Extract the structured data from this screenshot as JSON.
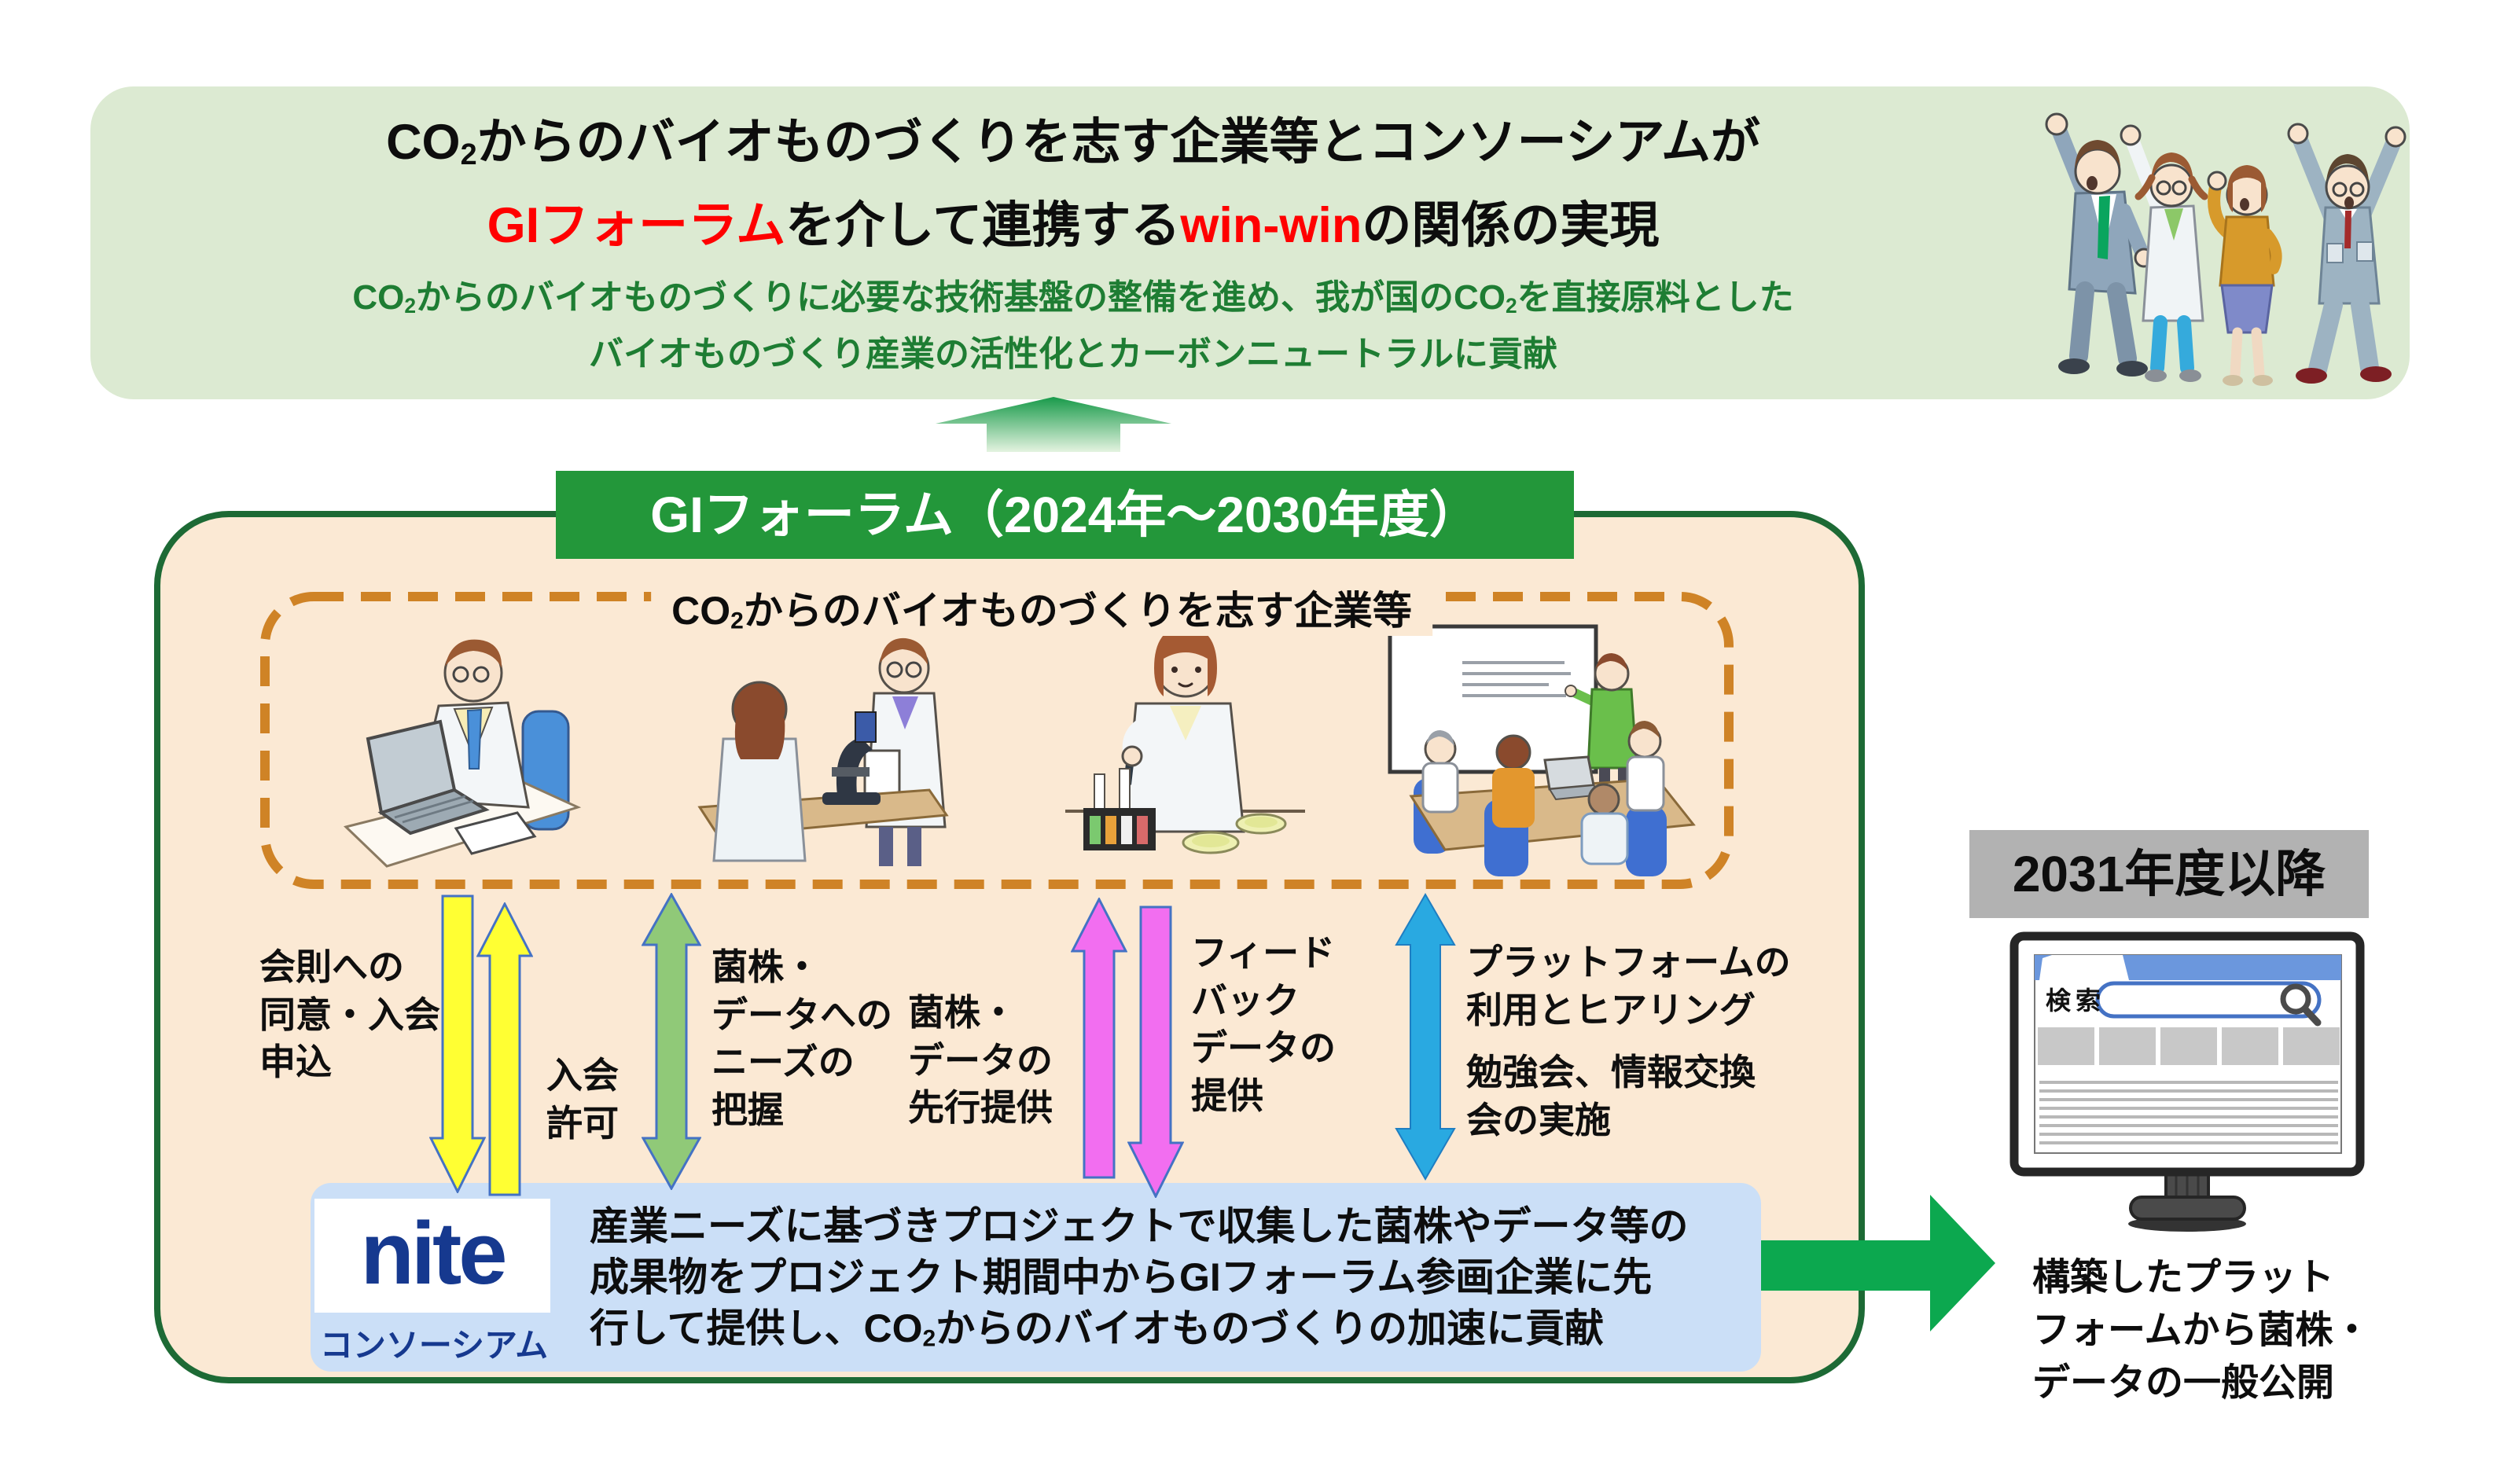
{
  "banner": {
    "title1": {
      "p1": "CO",
      "s1": "2",
      "p2": "からのバイオものづくりを志す企業等とコンソーシアムが"
    },
    "title2": {
      "r1": "GIフォーラム",
      "b1": "を介して連携する",
      "r2": "win-win",
      "b2": "の関係の実現"
    },
    "sub1": {
      "p1": "CO",
      "s1": "2",
      "p2": "からのバイオものづくりに必要な技術基盤の整備を進め、我が国のCO",
      "s2": "2",
      "p3": "を直接原料とした"
    },
    "sub2": "バイオものづくり産業の活性化とカーボンニュートラルに貢献"
  },
  "forum": {
    "header": "GIフォーラム（2024年～2030年度）",
    "dashed_label": {
      "p1": "CO",
      "s1": "2",
      "p2": "からのバイオものづくりを志す企業等"
    }
  },
  "flows": {
    "apply": {
      "label": "会則への\n同意・入会\n申込",
      "direction": "down",
      "color": "#ffff33"
    },
    "permit": {
      "label": "入会\n許可",
      "direction": "up",
      "color": "#ffff33"
    },
    "needs": {
      "label": "菌株・\nデータへの\nニーズの\n把握",
      "direction": "both",
      "color": "#90c978"
    },
    "advance": {
      "label": "菌株・\nデータの\n先行提供",
      "direction": "up",
      "color": "#f26ef0"
    },
    "feedback": {
      "label": "フィード\nバック\nデータの\n提供",
      "direction": "down",
      "color": "#f26ef0"
    },
    "platform": {
      "label": "プラットフォームの\n利用とヒアリング",
      "direction": "both",
      "color": "#29a9e1"
    },
    "study": {
      "label": "勉強会、情報交換\n会の実施",
      "direction": "both",
      "color": "#29a9e1"
    }
  },
  "consortium": {
    "logo": "nite",
    "name": "コンソーシアム",
    "line1": "産業ニーズに基づきプロジェクトで収集した菌株やデータ等の",
    "line2": "成果物をプロジェクト期間中からGIフォーラム参画企業に先",
    "line3": {
      "p1": "行して提供し、CO",
      "s1": "2",
      "p2": "からのバイオものづくりの加速に貢献"
    }
  },
  "future": {
    "year_label": "2031年度以降",
    "search_label": "検索",
    "publish": "構築したプラット\nフォームから菌株・\nデータの一般公開"
  },
  "icons": {
    "search": "magnifier-in-search-field",
    "up_block_arrow": "green-up-block-arrow",
    "right_block_arrow": "green-right-block-arrow"
  },
  "colors": {
    "banner_bg": "#dcead2",
    "title_red": "#ff0000",
    "subtitle_green": "#1e7d33",
    "header_green": "#23973a",
    "box_border_green": "#1d6a35",
    "box_cream": "#fbe9d4",
    "dashed_orange": "#cf8326",
    "blue_panel": "#cbdff7",
    "nite_blue": "#16398f",
    "gray_box": "#b2b2b2",
    "accent_green": "#0ca84f",
    "arrow_outline_blue": "#4472c4"
  }
}
